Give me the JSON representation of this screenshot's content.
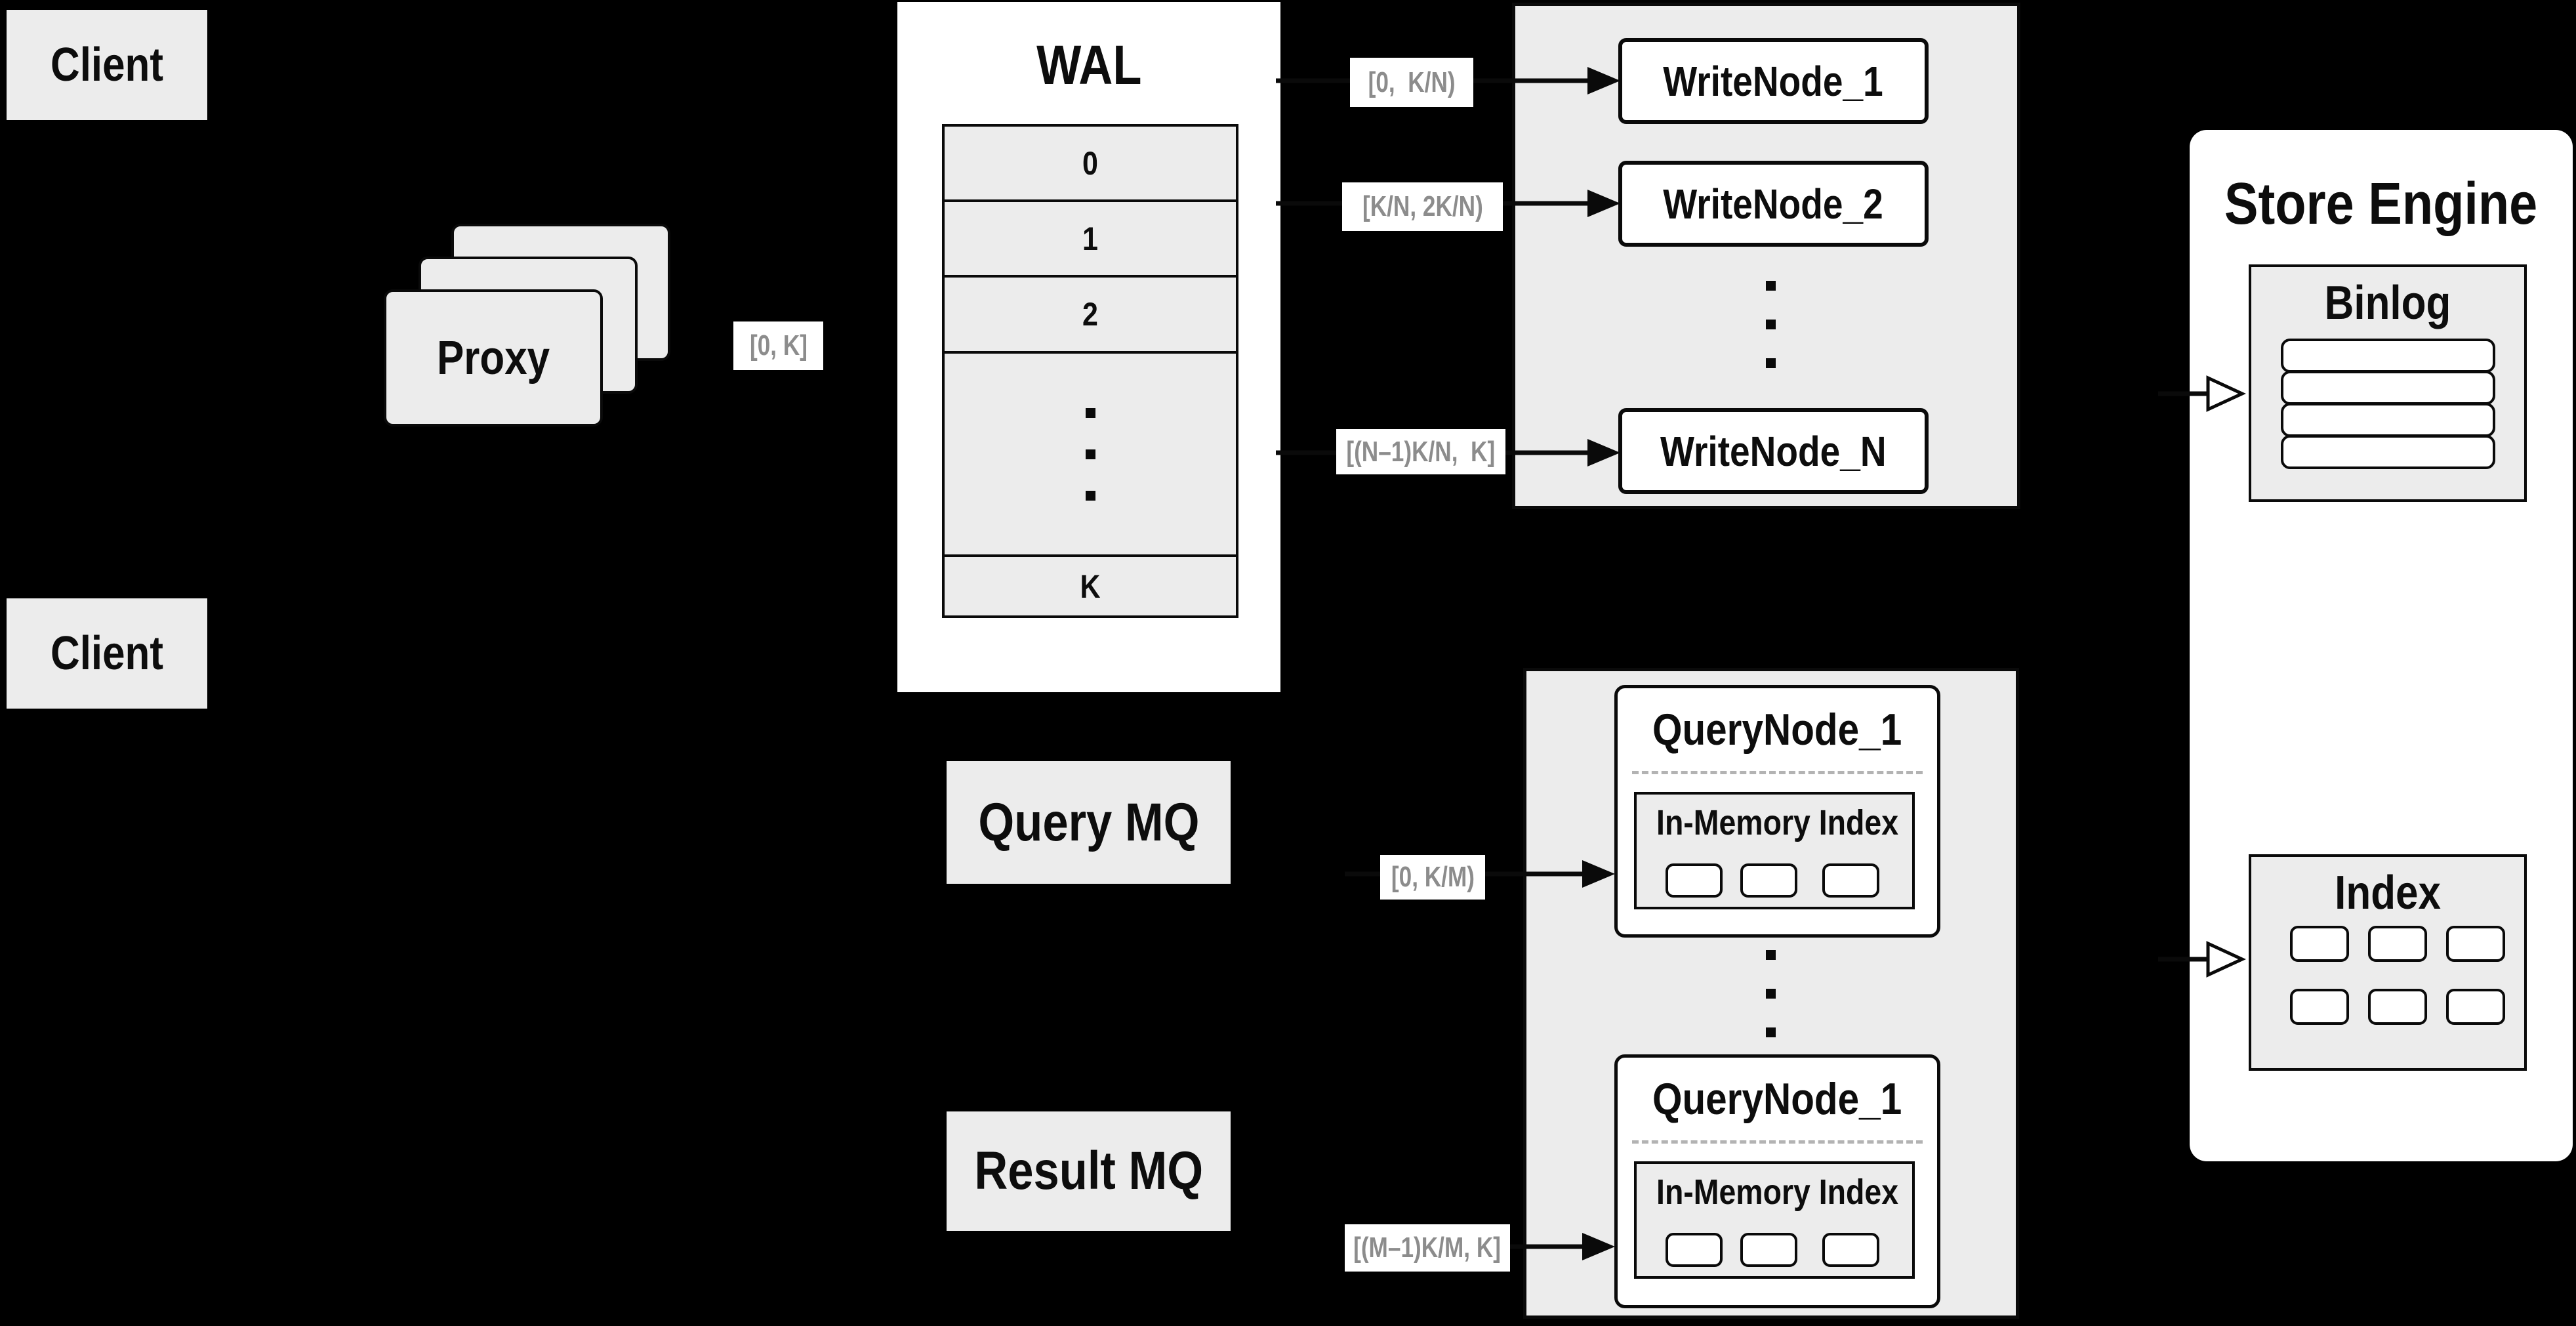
{
  "colors": {
    "background": "#000000",
    "panel_fill": "#ececec",
    "node_fill": "#ffffff",
    "line": "#000000",
    "range_text": "#8c8c8c"
  },
  "clients": {
    "top": "Client",
    "bottom": "Client"
  },
  "proxy": {
    "label": "Proxy",
    "range": "[0, K]"
  },
  "wal": {
    "title": "WAL",
    "segments": [
      "0",
      "1",
      "2"
    ],
    "last_segment": "K"
  },
  "write_group": {
    "ranges": [
      "[0,  K/N)",
      "[K/N, 2K/N)",
      "[(N–1)K/N,  K]"
    ],
    "nodes": [
      "WriteNode_1",
      "WriteNode_2"
    ],
    "last_node": "WriteNode_N"
  },
  "mq": {
    "query": "Query MQ",
    "result": "Result MQ"
  },
  "query_group": {
    "ranges": [
      "[0, K/M)",
      "[(M–1)K/M, K]"
    ],
    "nodes": [
      {
        "title": "QueryNode_1",
        "memory": "In-Memory Index"
      },
      {
        "title": "QueryNode_1",
        "memory": "In-Memory Index"
      }
    ]
  },
  "store": {
    "title": "Store Engine",
    "binlog": "Binlog",
    "index": "Index"
  }
}
